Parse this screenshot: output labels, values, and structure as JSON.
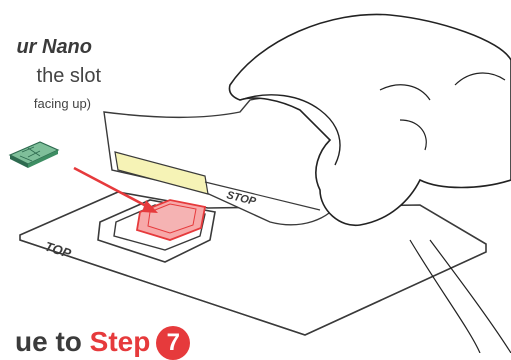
{
  "instruction": {
    "line1": "ur Nano",
    "line2": "the slot",
    "line3": "facing up)",
    "bottom_prefix": "ue to ",
    "bottom_step_word": "Step",
    "bottom_step_number": "7"
  },
  "illustration": {
    "card_label_top": "TOP",
    "card_label_stop": "STOP"
  },
  "colors": {
    "accent_red": "#e63a3c",
    "yellow_tab": "#f6f3b6",
    "chip_green": "#7fbf9a",
    "outline": "#3a3a3a"
  }
}
